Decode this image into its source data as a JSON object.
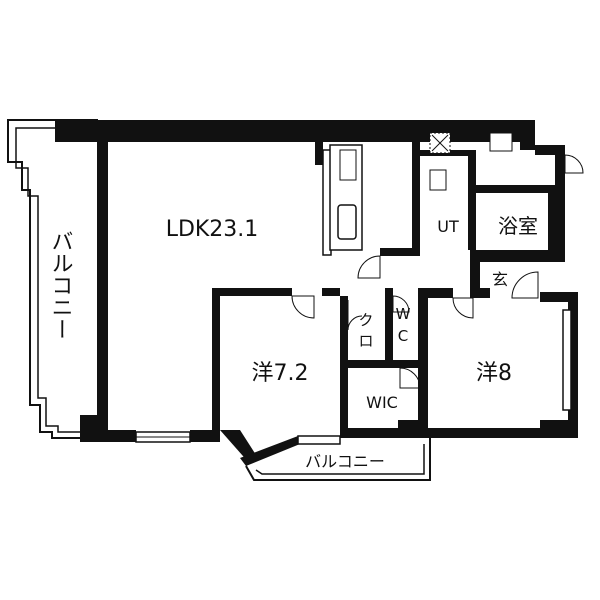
{
  "floorplan": {
    "rooms": {
      "ldk": "LDK23.1",
      "western_1": "洋7.2",
      "western_2": "洋8",
      "wic": "WIC",
      "utility": "UT",
      "bath": "浴室",
      "entrance": "玄",
      "toilet_1": "W",
      "toilet_2": "C",
      "closet_1": "ク",
      "closet_2": "ロ"
    },
    "balconies": {
      "west": "バルコニー",
      "south": "バルコニー"
    }
  }
}
